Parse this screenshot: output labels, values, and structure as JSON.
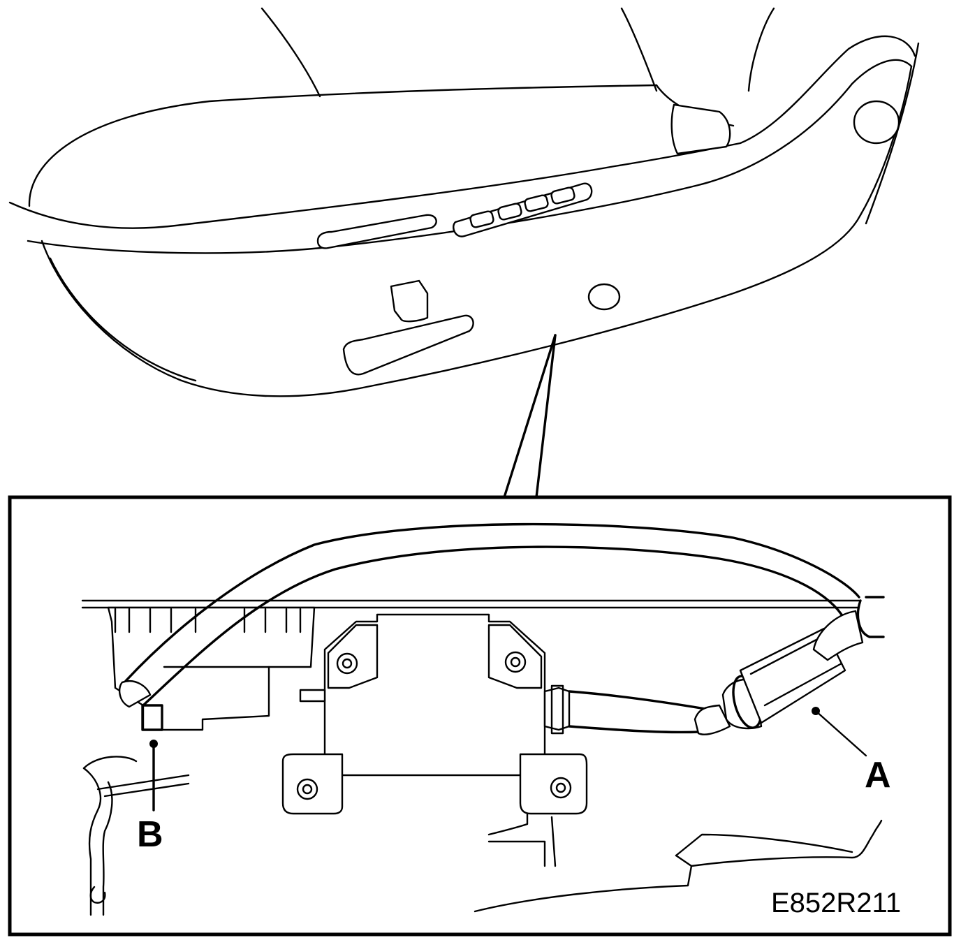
{
  "callouts": {
    "a": "A",
    "b": "B"
  },
  "figure_code": "E852R211",
  "colors": {
    "line": "#000000",
    "background": "#ffffff"
  }
}
